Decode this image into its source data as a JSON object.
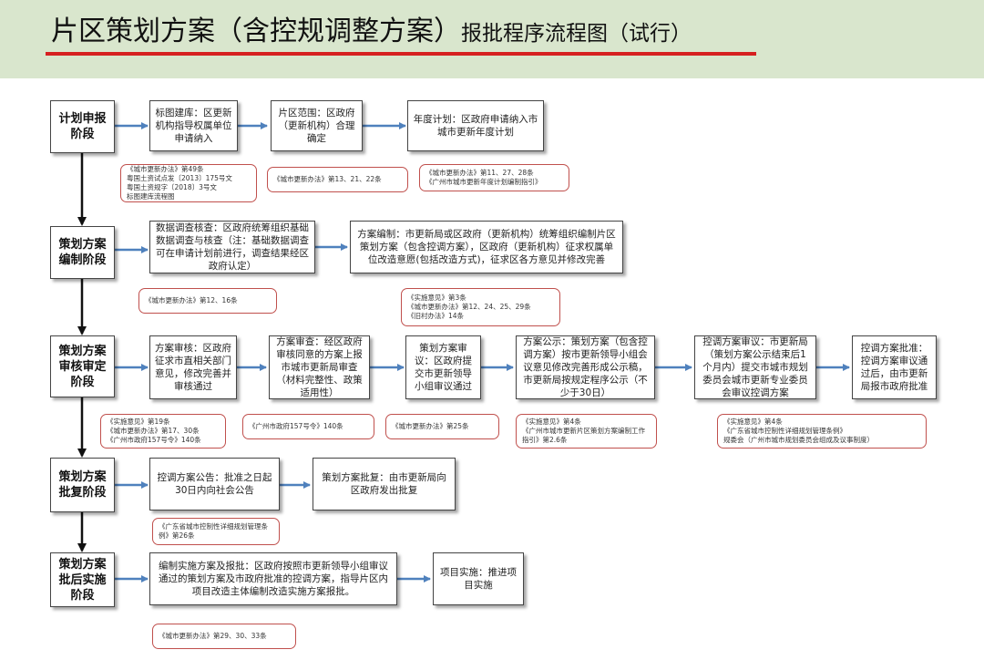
{
  "header": {
    "title_main": "片区策划方案（含控规调整方案）",
    "title_sub": "报批程序流程图（试行）"
  },
  "colors": {
    "header_bg": "#d9e6cd",
    "underline": "#d62020",
    "flow_arrow": "#4f81bd",
    "stage_arrow": "#111111",
    "ref_border": "#c0504d"
  },
  "stages": [
    {
      "label": "计划申报\n阶段",
      "steps": [
        "标图建库：区更新机构指导权属单位申请纳入",
        "片区范围：区政府（更新机构）合理确定",
        "年度计划：区政府申请纳入市城市更新年度计划"
      ],
      "refs": [
        "《城市更新办法》第49条\n粤国土资试点发〔2013〕175号文\n粤国土资规字〔2018〕3号文\n标图建库流程图",
        "《城市更新办法》第13、21、22条",
        "《城市更新办法》第11、27、28条\n《广州市城市更新年度计划编制指引》"
      ]
    },
    {
      "label": "策划方案\n编制阶段",
      "steps": [
        "数据调查核查：区政府统筹组织基础数据调查与核查（注：基础数据调查可在申请计划前进行，调查结果经区政府认定）",
        "方案编制：市更新局或区政府（更新机构）统筹组织编制片区策划方案（包含控调方案），区政府（更新机构）征求权属单位改造意愿(包括改造方式)，征求区各方意见并修改完善"
      ],
      "refs": [
        "《城市更新办法》第12、16条",
        "《实施意见》第3条\n《城市更新办法》第12、24、25、29条\n《旧村办法》14条"
      ]
    },
    {
      "label": "策划方案\n审核审定\n阶段",
      "steps": [
        "方案审核：区政府征求市直相关部门意见，修改完善并审核通过",
        "方案审查：经区政府审核同意的方案上报市城市更新局审查（材料完整性、政策适用性）",
        "策划方案审议：区政府提交市更新领导小组审议通过",
        "方案公示：策划方案（包含控调方案）按市更新领导小组会议意见修改完善形成公示稿，市更新局按规定程序公示（不少于30日）",
        "控调方案审议：市更新局（策划方案公示结束后1个月内）提交市城市规划委员会城市更新专业委员会审议控调方案",
        "控调方案批准：控调方案审议通过后，由市更新局报市政府批准"
      ],
      "refs": [
        "《实施意见》第19条\n《城市更新办法》第17、30条\n《广州市政府157号令》140条",
        "《广州市政府157号令》140条",
        "《城市更新办法》第25条",
        "《实施意见》第4条\n《广州市城市更新片区策划方案编制工作指引》第2.6条",
        "《实施意见》第4条\n《广东省城市控制性详细规划管理条例》\n规委会（广州市城市规划委员会组成及议事制度）"
      ]
    },
    {
      "label": "策划方案\n批复阶段",
      "steps": [
        "控调方案公告：批准之日起30日内向社会公告",
        "策划方案批复：由市更新局向区政府发出批复"
      ],
      "refs": [
        "《广东省城市控制性详细规划管理条例》第26条"
      ]
    },
    {
      "label": "策划方案\n批后实施\n阶段",
      "steps": [
        "编制实施方案及报批：区政府按照市更新领导小组审议通过的策划方案及市政府批准的控调方案，指导片区内项目改造主体编制改造实施方案报批。",
        "项目实施：推进项目实施"
      ],
      "refs": [
        "《城市更新办法》第29、30、33条"
      ]
    }
  ]
}
